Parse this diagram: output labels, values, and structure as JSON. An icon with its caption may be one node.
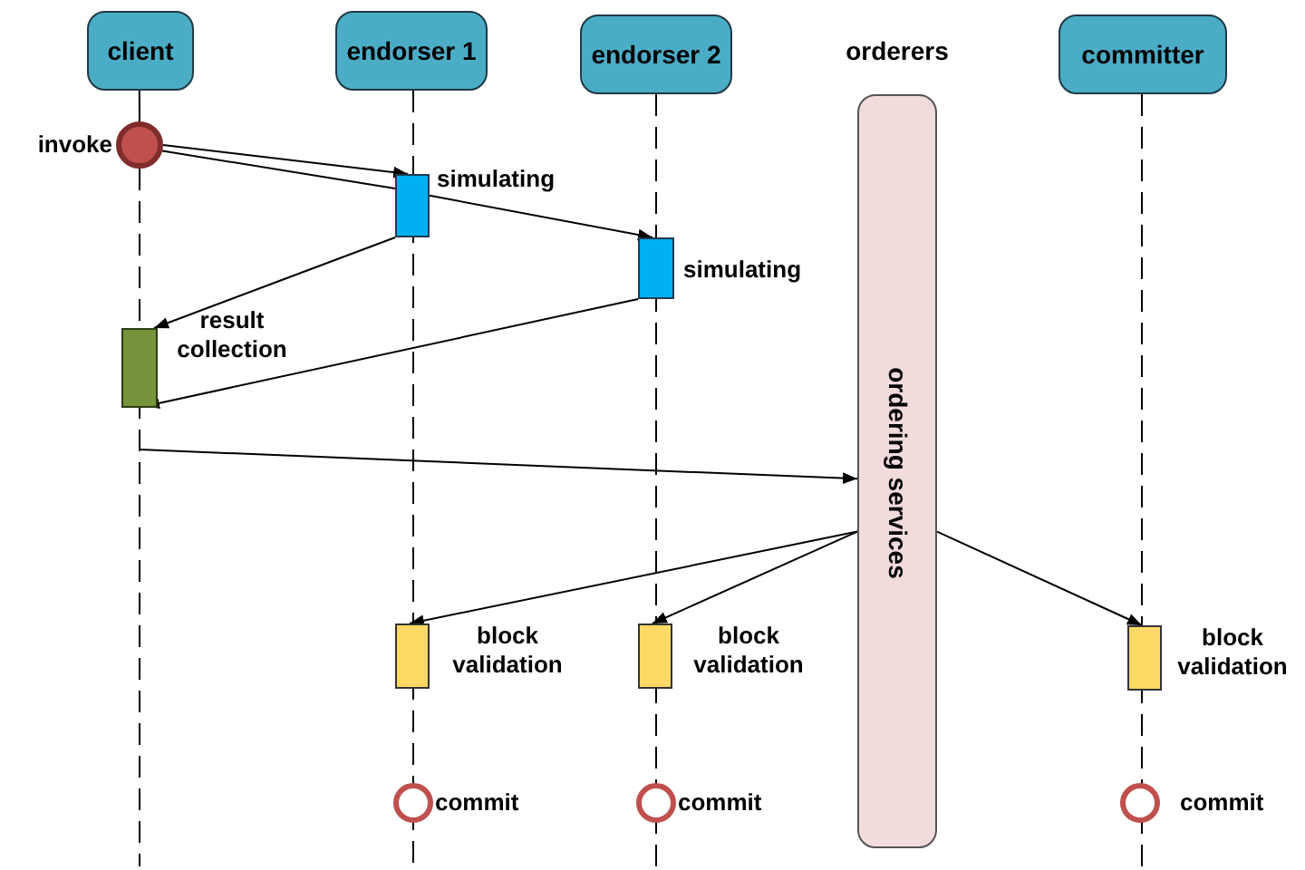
{
  "diagram": {
    "nodes": [
      {
        "text": [
          "client"
        ]
      },
      {
        "text": [
          "endorser 1"
        ]
      },
      {
        "text": [
          "endorser 2"
        ]
      },
      {
        "text": [
          "orderers",
          "ordering services"
        ]
      },
      {
        "text": [
          "committer"
        ]
      },
      {
        "text": [],
        "shape": "circle",
        "beside": [
          "invoke"
        ]
      },
      {
        "text": [],
        "shape": "bar",
        "beside": [
          "simulating"
        ]
      },
      {
        "text": [],
        "shape": "bar",
        "beside": [
          "simulating"
        ]
      },
      {
        "text": [],
        "shape": "bar",
        "beside": [
          "result collection"
        ]
      },
      {
        "text": [],
        "shape": "bar",
        "beside": [
          "block validation"
        ]
      },
      {
        "text": [],
        "shape": "bar",
        "beside": [
          "block validation"
        ]
      },
      {
        "text": [],
        "shape": "bar",
        "beside": [
          "block validation"
        ]
      },
      {
        "text": [],
        "shape": "circle",
        "beside": [
          "commit"
        ]
      },
      {
        "text": [],
        "shape": "circle",
        "beside": [
          "commit"
        ]
      },
      {
        "text": [],
        "shape": "circle",
        "beside": [
          "commit"
        ]
      }
    ],
    "edges": [
      {
        "from": 5,
        "to": 6,
        "arrow": "to"
      },
      {
        "from": 5,
        "to": 6,
        "arrow": "none"
      },
      {
        "from": 6,
        "to": 7,
        "arrow": "to"
      },
      {
        "from": 6,
        "to": 8,
        "arrow": "to"
      },
      {
        "from": 7,
        "to": 8,
        "arrow": "to"
      },
      {
        "from": null,
        "to": 3,
        "arrow": "to"
      },
      {
        "from": 3,
        "to": 9,
        "arrow": "to"
      },
      {
        "from": 3,
        "to": 10,
        "arrow": "to"
      },
      {
        "from": 3,
        "to": 11,
        "arrow": "to"
      },
      {
        "from": 0,
        "to": 5,
        "arrow": "none"
      }
    ]
  }
}
